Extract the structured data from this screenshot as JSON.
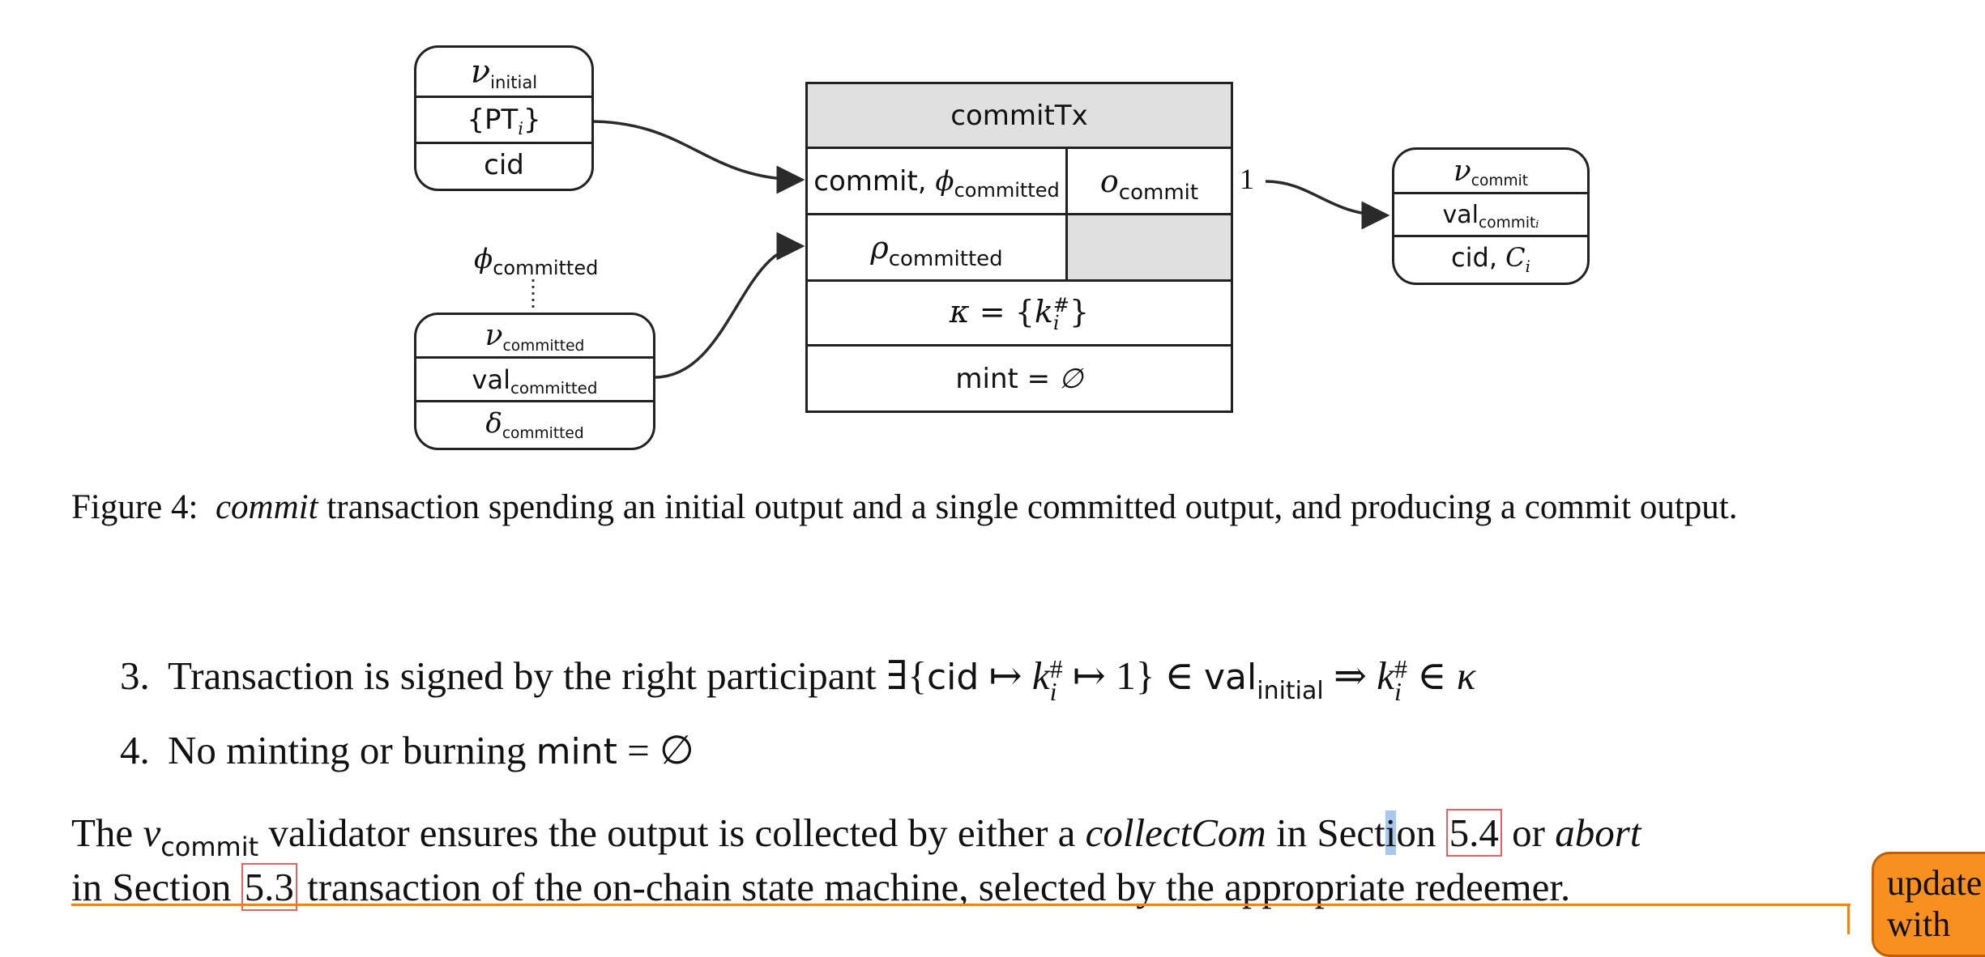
{
  "figure": {
    "initial_box": {
      "rows": [
        "ν_initial",
        "{PT_i}",
        "cid"
      ]
    },
    "committed_box": {
      "datum_label": "ϕ_committed",
      "rows": [
        "ν_committed",
        "val_committed",
        "δ_committed"
      ]
    },
    "tx": {
      "header": "commitTx",
      "input1": "commit, ϕ_committed",
      "output1": "o_commit",
      "input2": "ρ_committed",
      "signers": "κ = {k_i^#}",
      "mint": "mint = ∅",
      "output_index": "1"
    },
    "commit_box": {
      "rows": [
        "ν_commit",
        "val_commit_i",
        "cid, C_i"
      ]
    }
  },
  "caption": {
    "label": "Figure 4:",
    "emph": "commit",
    "text": " transaction spending an initial output and a single committed output, and producing a commit output."
  },
  "list": {
    "item3_num": "3.",
    "item3_text": "Transaction is signed by the right participant",
    "item4_num": "4.",
    "item4_text": "No minting or burning"
  },
  "paragraph": {
    "the": "The",
    "part1": "validator ensures the output is collected by either a",
    "collectCom": "collectCom",
    "in_section": "in Section",
    "ref1": "5.4",
    "or": "or",
    "abort": "abort",
    "in_section2": "in Section",
    "ref2": "5.3",
    "part2": "transaction of the on-chain state machine, selected by the appropriate redeemer."
  },
  "side_note": {
    "text": "update with"
  },
  "colors": {
    "gray_cell": "#e0e0e0",
    "link_box": "#e96060",
    "note_orange": "#f7901e",
    "underline_orange": "#f0821e",
    "selection_blue": "#a9c8f0"
  }
}
